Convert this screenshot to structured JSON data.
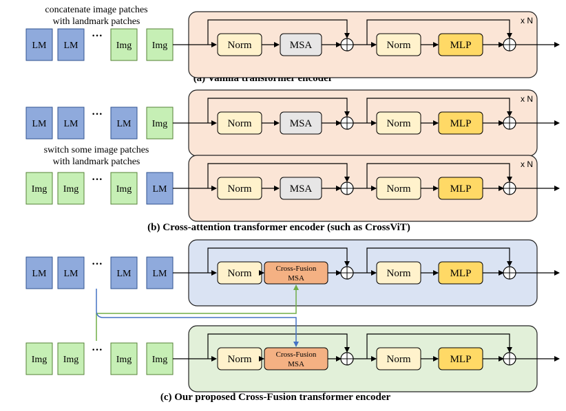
{
  "colors": {
    "lm_fill": "#8FAADC",
    "lm_stroke": "#2F528F",
    "img_fill": "#C6EFB5",
    "img_stroke": "#548235",
    "encoder_peach": "#FBE5D6",
    "encoder_blue": "#DAE3F3",
    "encoder_green": "#E2F0D9",
    "norm_fill": "#FFF2CC",
    "msa_fill": "#E7E6E6",
    "mlp_fill": "#FFD966",
    "cross_fusion_fill": "#F4B183",
    "arrow_green": "#70AD47",
    "arrow_blue": "#4472C4"
  },
  "notes": {
    "concat_line1": "concatenate image patches",
    "concat_line2": "with landmark patches",
    "switch_line1": "switch some image patches",
    "switch_line2": "with landmark patches"
  },
  "captions": {
    "a": "(a) Vanilla  transformer encoder",
    "b": "(b) Cross-attention transformer encoder (such as CrossViT)",
    "c": "(c) Our proposed Cross-Fusion transformer encoder"
  },
  "tokens": {
    "lm": "LM",
    "img": "Img",
    "ellipsis": "···"
  },
  "blocks": {
    "norm": "Norm",
    "msa": "MSA",
    "mlp": "MLP",
    "cross_fusion_line1": "Cross-Fusion",
    "cross_fusion_line2": "MSA",
    "repeat": "x N"
  },
  "rows": [
    {
      "id": "a",
      "tokens": [
        "LM",
        "LM",
        "···",
        "Img",
        "Img"
      ],
      "encoder": "peach",
      "attention": "msa",
      "repeat": true
    },
    {
      "id": "b1",
      "tokens": [
        "LM",
        "LM",
        "···",
        "LM",
        "Img"
      ],
      "encoder": "peach",
      "attention": "msa",
      "repeat": true
    },
    {
      "id": "b2",
      "tokens": [
        "Img",
        "Img",
        "···",
        "Img",
        "LM"
      ],
      "encoder": "peach",
      "attention": "msa",
      "repeat": true
    },
    {
      "id": "c1",
      "tokens": [
        "LM",
        "LM",
        "···",
        "LM",
        "LM"
      ],
      "encoder": "blue",
      "attention": "cross_fusion",
      "repeat": false
    },
    {
      "id": "c2",
      "tokens": [
        "Img",
        "Img",
        "···",
        "Img",
        "Img"
      ],
      "encoder": "green",
      "attention": "cross_fusion",
      "repeat": false
    }
  ]
}
